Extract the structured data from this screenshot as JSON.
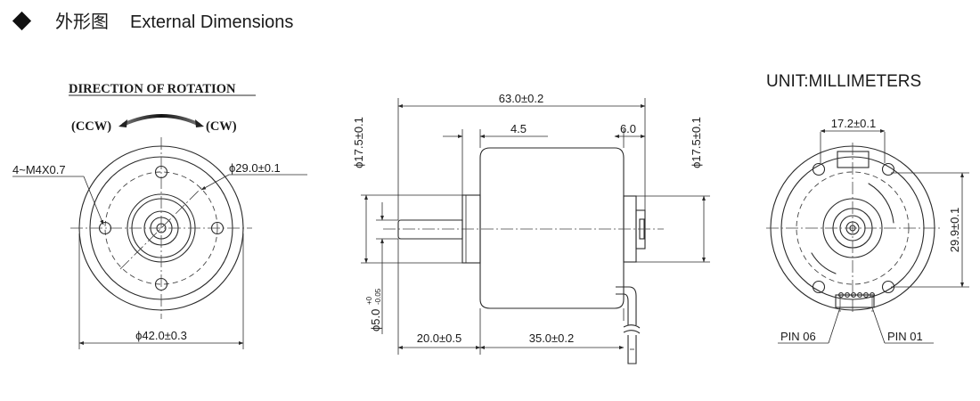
{
  "header": {
    "title_cn": "外形图",
    "title_en": "External Dimensions",
    "unit": "UNIT:MILLIMETERS"
  },
  "front_view": {
    "direction_title": "DIRECTION OF ROTATION",
    "ccw": "(CCW)",
    "cw": "(CW)",
    "hole_label": "4~M4X0.7",
    "pcd_label": "ϕ29.0±0.1",
    "od_label": "ϕ42.0±0.3"
  },
  "side_view": {
    "length_total": "63.0±0.2",
    "dim_45": "4.5",
    "dim_60": "6.0",
    "dia_left": "ϕ17.5±0.1",
    "dia_right": "ϕ17.5±0.1",
    "shaft_dia": "ϕ5.0",
    "shaft_tol_upper": "+0",
    "shaft_tol_lower": "-0.05",
    "shaft_len": "20.0±0.5",
    "body_len": "35.0±0.2"
  },
  "rear_view": {
    "dim_172": "17.2±0.1",
    "dim_299": "29.9±0.1",
    "pin06": "PIN 06",
    "pin01": "PIN 01"
  }
}
